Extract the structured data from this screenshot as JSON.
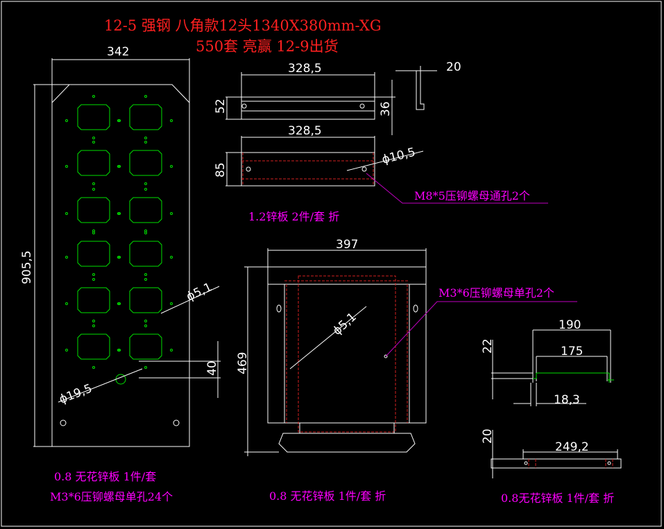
{
  "title": {
    "line1": "12-5 强钢 八角款12头1340X380mm-XG",
    "line2": "550套 亮赢 12-9出货"
  },
  "panel_left": {
    "dim_width": "342",
    "dim_height": "905,5",
    "hole_small": "ϕ5,1",
    "hole_large": "ϕ19,5",
    "dim_offset": "40",
    "note1": "0.8 无花锌板 1件/套",
    "note2": "M3*6压铆螺母单孔24个"
  },
  "bracket_top": {
    "dim_len1": "328,5",
    "dim_h1": "52",
    "dim_h1b": "36",
    "dim_side": "20",
    "dim_len2": "328,5",
    "dim_h2": "85",
    "hole": "ϕ10,5",
    "nut_note": "M8*5压铆螺母通孔2个",
    "note": "1.2锌板 2件/套 折"
  },
  "panel_mid": {
    "dim_width": "397",
    "dim_height": "469",
    "hole": "ϕ5,1",
    "nut_note": "M3*6压铆螺母单孔2个",
    "note": "0.8 无花锌板 1件/套 折"
  },
  "strip_right": {
    "dim_190": "190",
    "dim_175": "175",
    "dim_22": "22",
    "dim_183": "18,3",
    "dim_20": "20",
    "dim_2492": "249,2",
    "note": "0.8无花锌板 1件/套 折"
  }
}
